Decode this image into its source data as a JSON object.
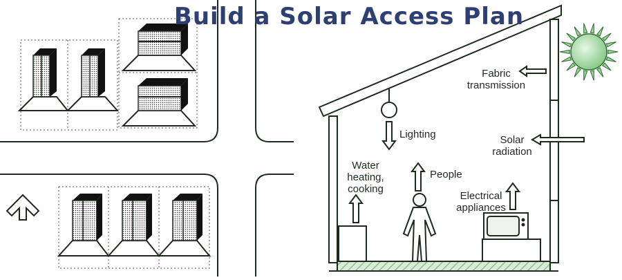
{
  "title": "Build a Solar Access Plan",
  "labels": {
    "fabric": [
      "Fabric",
      "transmission"
    ],
    "lighting": "Lighting",
    "solar": [
      "Solar",
      "radiation"
    ],
    "water": [
      "Water",
      "heating,",
      "cooking"
    ],
    "people": "People",
    "electrical": [
      "Electrical",
      "appliances"
    ]
  },
  "icons": [
    "sun-icon",
    "north-arrow-icon",
    "light-bulb-icon",
    "person-icon",
    "television-icon",
    "building-icon"
  ],
  "colors": {
    "title": "#2e3f73",
    "line": "#1f2a1f",
    "sun": "#8fd08f",
    "hatch": "#8fbf8f"
  }
}
